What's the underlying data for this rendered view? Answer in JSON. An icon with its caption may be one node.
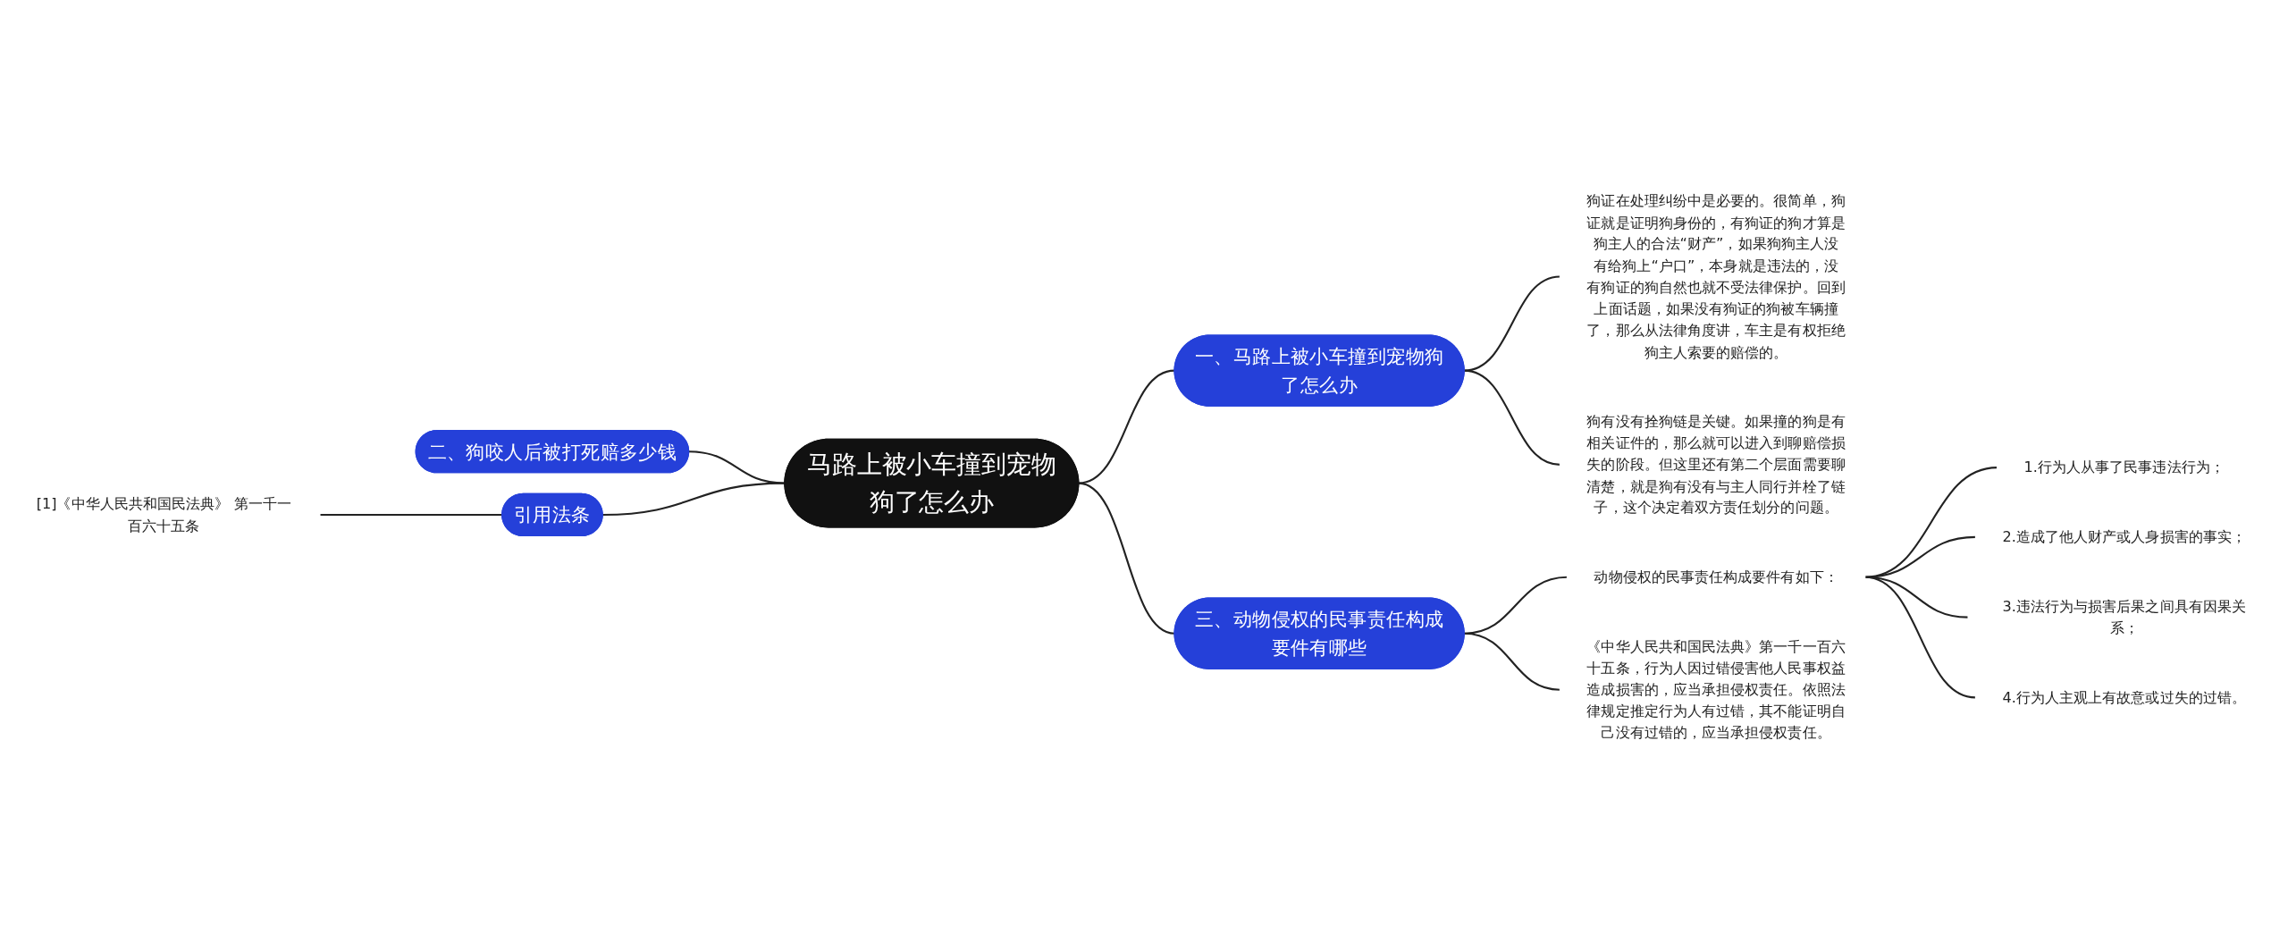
{
  "diagram": {
    "nodes": [
      {
        "text": [
          "马路上被小车撞到宠物狗了怎么办"
        ]
      },
      {
        "text": [
          "一、马路上被小车撞到宠物狗了怎么办"
        ]
      },
      {
        "text": [
          "狗证在处理纠纷中是必要的。很简单，狗证就是证明狗身份的，有狗证的狗才算是狗主人的合法“财产”，如果狗狗主人没有给狗上“户口”，本身就是违法的，没有狗证的狗自然也就不受法律保护。回到上面话题，如果没有狗证的狗被车辆撞了，那么从法律角度讲，车主是有权拒绝狗主人索要的赔偿的。"
        ]
      },
      {
        "text": [
          "狗有没有拴狗链是关键。如果撞的狗是有相关证件的，那么就可以进入到聊赔偿损失的阶段。但这里还有第二个层面需要聊清楚，就是狗有没有与主人同行并栓了链子，这个决定着双方责任划分的问题。"
        ]
      },
      {
        "text": [
          "二、狗咬人后被打死赔多少钱"
        ]
      },
      {
        "text": [
          "引用法条"
        ]
      },
      {
        "text": [
          "[1]《中华人民共和国民法典》 第一千一百六十五条"
        ]
      },
      {
        "text": [
          "三、动物侵权的民事责任构成要件有哪些"
        ]
      },
      {
        "text": [
          "动物侵权的民事责任构成要件有如下："
        ]
      },
      {
        "text": [
          "1.行为人从事了民事违法行为；"
        ]
      },
      {
        "text": [
          "2.造成了他人财产或人身损害的事实；"
        ]
      },
      {
        "text": [
          "3.违法行为与损害后果之间具有因果关系；"
        ]
      },
      {
        "text": [
          "4.行为人主观上有故意或过失的过错。"
        ]
      },
      {
        "text": [
          "《中华人民共和国民法典》第一千一百六十五条，行为人因过错侵害他人民事权益造成损害的，应当承担侵权责任。依照法律规定推定行为人有过错，其不能证明自己没有过错的，应当承担侵权责任。"
        ]
      }
    ],
    "edges": [
      {
        "from": 0,
        "to": 1,
        "arrow": "none"
      },
      {
        "from": 1,
        "to": 2,
        "arrow": "none"
      },
      {
        "from": 1,
        "to": 3,
        "arrow": "none"
      },
      {
        "from": 4,
        "to": 0,
        "arrow": "none"
      },
      {
        "from": 6,
        "to": 5,
        "arrow": "none"
      },
      {
        "from": 5,
        "to": 0,
        "arrow": "none"
      },
      {
        "from": 0,
        "to": 7,
        "arrow": "none"
      },
      {
        "from": 7,
        "to": 8,
        "arrow": "none"
      },
      {
        "from": 8,
        "to": 9,
        "arrow": "none"
      },
      {
        "from": 8,
        "to": 10,
        "arrow": "none"
      },
      {
        "from": 8,
        "to": 11,
        "arrow": "none"
      },
      {
        "from": 8,
        "to": 12,
        "arrow": "none"
      },
      {
        "from": 7,
        "to": 13,
        "arrow": "none"
      }
    ]
  }
}
